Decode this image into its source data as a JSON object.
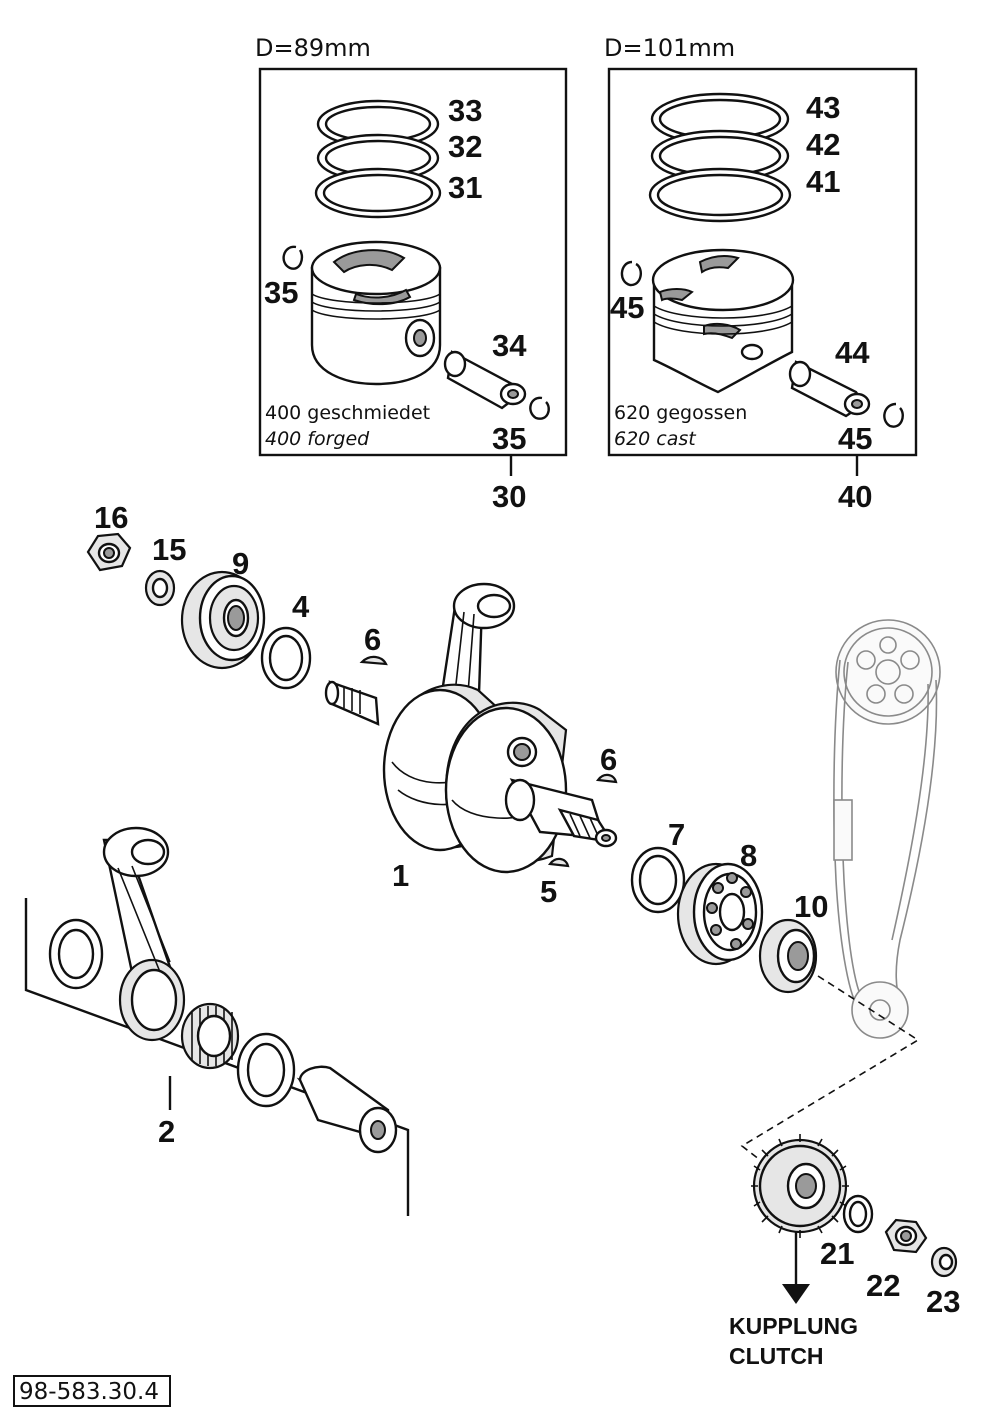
{
  "diagram": {
    "left_group": {
      "heading": "D=89mm",
      "note_de": "400 geschmiedet",
      "note_en": "400 forged",
      "callouts": {
        "ring_top": "33",
        "ring_mid": "32",
        "ring_low": "31",
        "clip_left": "35",
        "pin": "34",
        "clip_right": "35",
        "assembly": "30"
      }
    },
    "right_group": {
      "heading": "D=101mm",
      "note_de": "620 gegossen",
      "note_en": "620 cast",
      "callouts": {
        "ring_top": "43",
        "ring_mid": "42",
        "ring_low": "41",
        "clip_left": "45",
        "pin": "44",
        "clip_right": "45",
        "assembly": "40"
      }
    },
    "callouts": {
      "crankshaft": "1",
      "conrod_kit": "2",
      "shim_left": "4",
      "key_lower": "5",
      "key_upper": "6",
      "key_right": "6",
      "shim_right": "7",
      "bearing_right": "8",
      "bearing_left": "9",
      "seal": "10",
      "washer": "15",
      "nut": "16",
      "lock_washer": "21",
      "gear_nut": "22",
      "gear_washer": "23"
    },
    "clutch_label_de": "KUPPLUNG",
    "clutch_label_en": "CLUTCH",
    "document_id": "98-583.30.4"
  }
}
